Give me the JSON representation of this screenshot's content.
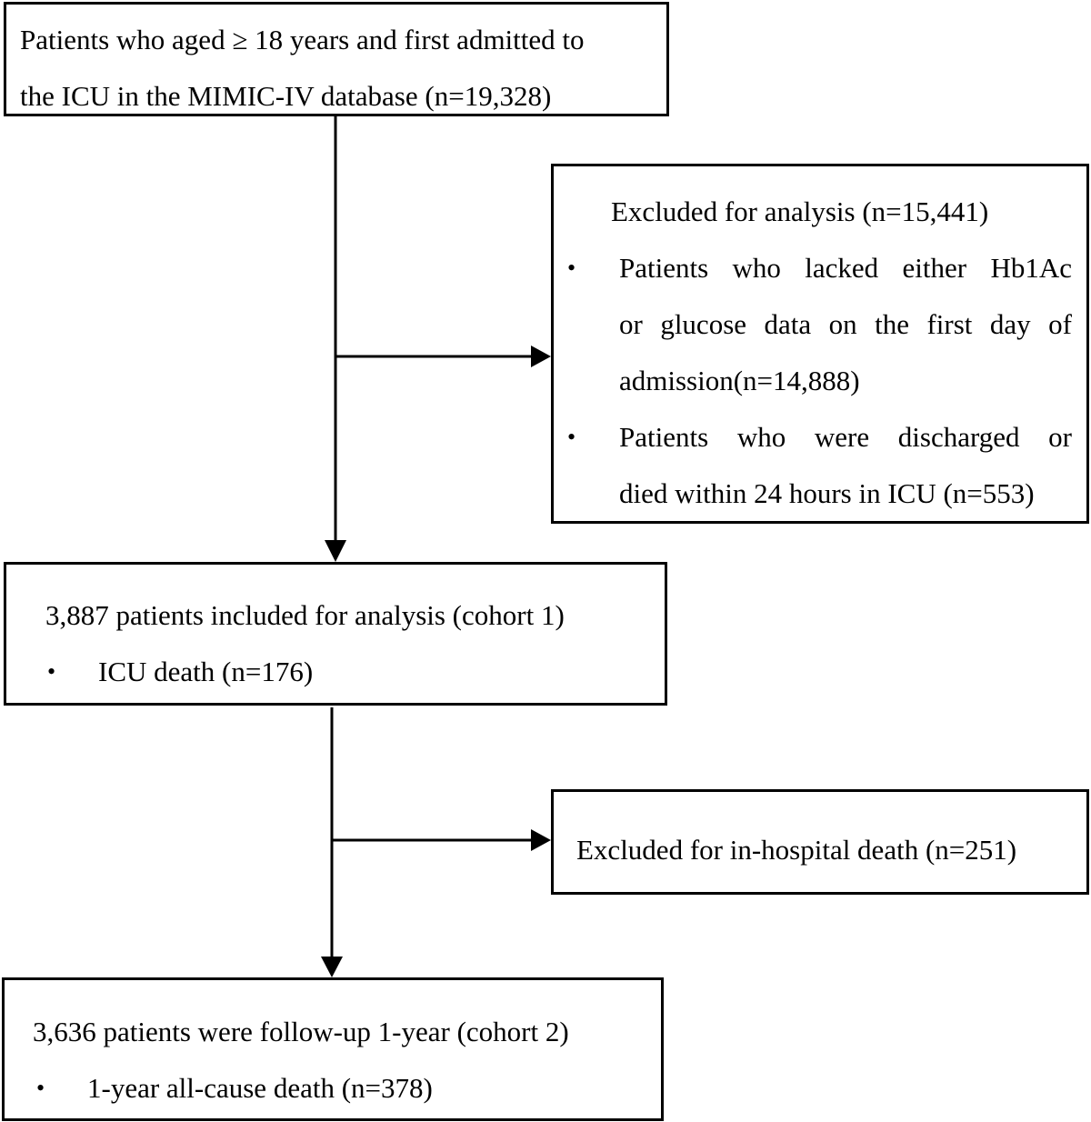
{
  "boxes": {
    "top": {
      "line1": "Patients who aged ≥ 18 years and first admitted to",
      "line2": "the ICU in the MIMIC-IV database (n=19,328)"
    },
    "exclusion1": {
      "heading": "Excluded for analysis (n=15,441)",
      "item1": {
        "line1": "Patients who lacked either Hb1Ac",
        "line2": "or glucose data on the first day of",
        "line3": "admission(n=14,888)"
      },
      "item2": {
        "line1": "Patients who were discharged or",
        "line2": "died within 24 hours in ICU (n=553)"
      }
    },
    "cohort1": {
      "heading": "3,887 patients included for analysis (cohort 1)",
      "item1": "ICU death (n=176)"
    },
    "exclusion2": {
      "heading": "Excluded for in-hospital death (n=251)"
    },
    "cohort2": {
      "heading": "3,636 patients were follow-up 1-year (cohort 2)",
      "item1": "1-year all-cause death (n=378)"
    }
  },
  "bullet_symbol": "•"
}
